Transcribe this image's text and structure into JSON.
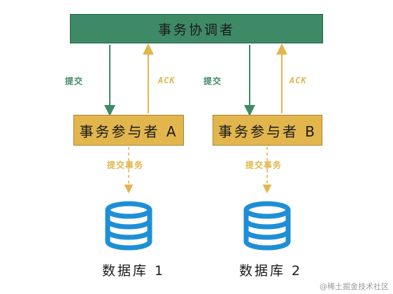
{
  "colors": {
    "coordinator_bg": "#3f8a66",
    "participant_bg": "#e2b64d",
    "green_arrow": "#3f8a66",
    "gold_arrow": "#e2b64d",
    "database_blue": "#1e8fd6"
  },
  "coordinator": {
    "label": "事务协调者"
  },
  "participants": [
    {
      "label": "事务参与者 A",
      "commit_label": "提交",
      "ack_label": "ACK",
      "local_commit_label": "提交事务"
    },
    {
      "label": "事务参与者 B",
      "commit_label": "提交",
      "ack_label": "ACK",
      "local_commit_label": "提交事务"
    }
  ],
  "databases": [
    {
      "label": "数据库 1",
      "icon": "database-icon"
    },
    {
      "label": "数据库 2",
      "icon": "database-icon"
    }
  ],
  "watermark": "@稀土掘金技术社区"
}
